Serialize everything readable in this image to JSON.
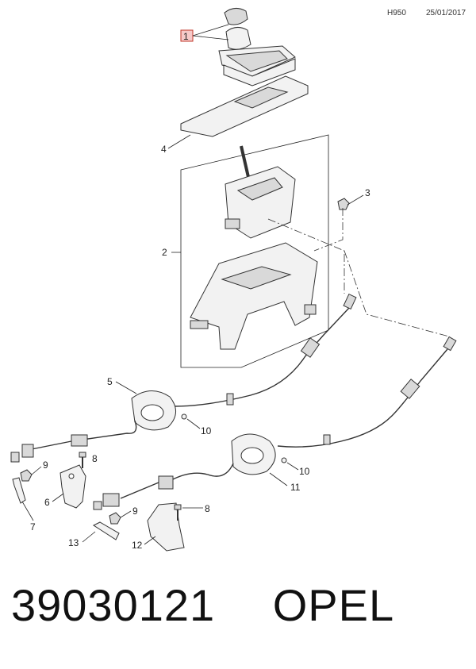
{
  "header": {
    "code": "H950",
    "date": "25/01/2017"
  },
  "callouts": {
    "c1": "1",
    "c2": "2",
    "c3": "3",
    "c4": "4",
    "c5": "5",
    "c6": "6",
    "c7": "7",
    "c8a": "8",
    "c8b": "8",
    "c9a": "9",
    "c9b": "9",
    "c10a": "10",
    "c10b": "10",
    "c11": "11",
    "c12": "12",
    "c13": "13"
  },
  "footer": {
    "part_number": "39030121",
    "brand": "OPEL"
  }
}
